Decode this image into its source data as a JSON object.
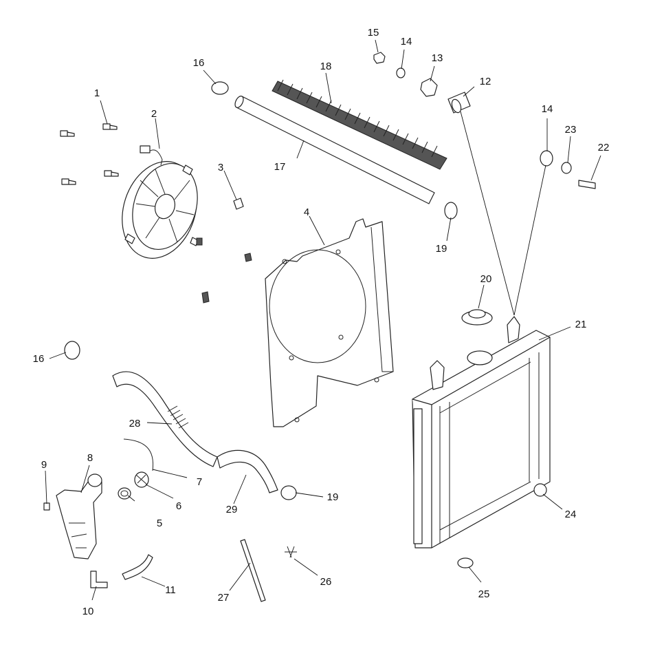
{
  "callouts": [
    {
      "id": "p1",
      "text": "1"
    },
    {
      "id": "p2",
      "text": "2"
    },
    {
      "id": "p3",
      "text": "3"
    },
    {
      "id": "p4",
      "text": "4"
    },
    {
      "id": "p5",
      "text": "5"
    },
    {
      "id": "p6",
      "text": "6"
    },
    {
      "id": "p7",
      "text": "7"
    },
    {
      "id": "p8",
      "text": "8"
    },
    {
      "id": "p9",
      "text": "9"
    },
    {
      "id": "p10",
      "text": "10"
    },
    {
      "id": "p11",
      "text": "11"
    },
    {
      "id": "p12",
      "text": "12"
    },
    {
      "id": "p13",
      "text": "13"
    },
    {
      "id": "p14a",
      "text": "14"
    },
    {
      "id": "p14b",
      "text": "14"
    },
    {
      "id": "p15",
      "text": "15"
    },
    {
      "id": "p16a",
      "text": "16"
    },
    {
      "id": "p16b",
      "text": "16"
    },
    {
      "id": "p17",
      "text": "17"
    },
    {
      "id": "p18",
      "text": "18"
    },
    {
      "id": "p19a",
      "text": "19"
    },
    {
      "id": "p19b",
      "text": "19"
    },
    {
      "id": "p20",
      "text": "20"
    },
    {
      "id": "p21",
      "text": "21"
    },
    {
      "id": "p22",
      "text": "22"
    },
    {
      "id": "p23",
      "text": "23"
    },
    {
      "id": "p24",
      "text": "24"
    },
    {
      "id": "p25",
      "text": "25"
    },
    {
      "id": "p26",
      "text": "26"
    },
    {
      "id": "p27",
      "text": "27"
    },
    {
      "id": "p28",
      "text": "28"
    },
    {
      "id": "p29",
      "text": "29"
    }
  ]
}
